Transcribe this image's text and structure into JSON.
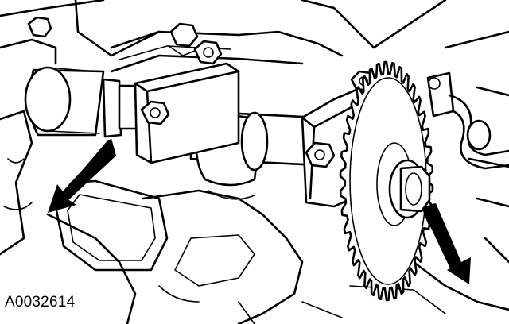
{
  "figure": {
    "id_label": "A0032614"
  },
  "colors": {
    "ink": "#000000",
    "paper": "#ffffff"
  },
  "callouts": [
    {
      "name": "left-arrow",
      "points_to": "camshaft-position-sensor"
    },
    {
      "name": "right-arrow",
      "points_to": "camshaft-sprocket-bolt"
    }
  ]
}
